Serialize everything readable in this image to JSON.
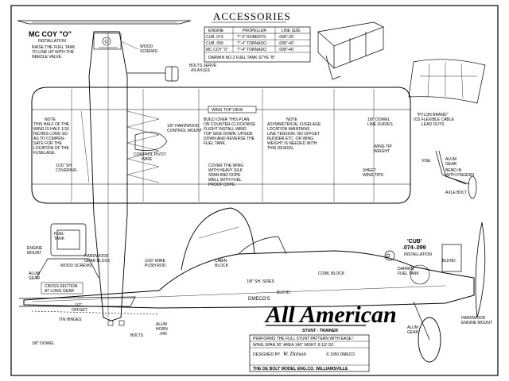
{
  "accessories": {
    "title": "ACCESSORIES",
    "headers": [
      "ENGINE",
      "PROPELLER",
      "LINE SIZE"
    ],
    "rows": [
      [
        "CUB .074",
        "7\"-3\" ROBERTS",
        ".008\"-35'"
      ],
      [
        "CUB .099",
        "7\"-4\" TORNADO",
        ".008\"-40'"
      ],
      [
        "MC COY \"0\"",
        "7\"-4\" TORNADO",
        ".008\"-40'"
      ]
    ],
    "footer": "DARWIN NO.2 FUEL TANK    STYE \"B\""
  },
  "mccoy": {
    "title": "MC COY \"O\"",
    "subtitle": "INSTALLATION",
    "note1": "RAISE THE FUEL TANK",
    "note2": "TO LINE UP WITH THE",
    "note3": "NEEDLE VALVE."
  },
  "labels": {
    "wood_screws": "WOOD",
    "wood_screws2": "SCREWS",
    "bolts_serve1": "BOLTS SERVE",
    "bolts_serve2": "AS AXLES",
    "half_note": [
      "NOTE",
      "THIS HALF OF THE",
      "WING IS HALF 1/16",
      "INCHES LONG SO",
      "AS TO COMPEN-",
      "SATE FOR THE",
      "LOCATION OF THE",
      "FUSELAGE."
    ],
    "sh_covering": [
      "1/16\" SH.",
      "COVERING"
    ],
    "hardwood_mount": [
      "1/8\" HARDWOOD",
      "CONTROL MOUNT"
    ],
    "control_wire": [
      "CONTROL PIVOT",
      "WIRE"
    ],
    "wing_top_view": "WING TOP VIEW",
    "build_notes": [
      "BUILD OVER THIS PLAN",
      "ON COUNTER-CLOCKWISE",
      "FLIGHT INSTALL WING",
      "TOP SIDE DOWN. UPSIDE",
      "DOWN AND REVERSE THE",
      "FUEL TANK."
    ],
    "cover_notes": [
      "COVER THE WING",
      "WITH HEAVY SILK",
      "SPAN AND DOPE",
      "WELL WITH FUEL",
      "PROOF DOPE."
    ],
    "asym_note": [
      "NOTE",
      "ASYMMETRICAL FUSELAGE",
      "LOCATION MAINTAINS",
      "LINE TENSION. NO OFFSET",
      "RUDDER ETC. OR WING",
      "WEIGHT IS NEEDED WITH",
      "THIS DESIGN."
    ],
    "dowel_guides": [
      "1/8\" DOWEL",
      "LINE GUIDES"
    ],
    "wing_tip_weight": [
      "WING TIP",
      "WEIGHT"
    ],
    "sheet_tips": [
      "SHEET",
      "WING TIPS"
    ],
    "pylon_brand": [
      "\"PYLON BRAND\"",
      "015 FLEXIBLE CABLE",
      "LEAD OUTS"
    ],
    "alum_gear": [
      "ALUM",
      "GEAR",
      "BEND IN",
      "VISE",
      "WITH FINGERS"
    ],
    "axle_bolt": "AXLE BOLT",
    "engine_mount": [
      "ENGINE",
      "MOUNT"
    ],
    "fuel_tank": [
      "FUEL",
      "TANK"
    ],
    "hardwood_block": [
      "HARDWOOD",
      "GEAR BLOCK"
    ],
    "wood_screws_side": [
      "WOOD SCREWS"
    ],
    "alum_gear_l": [
      "ALUM",
      "GEAR"
    ],
    "cross_section": [
      "CROSS SECTION",
      "AT LONG GEAR"
    ],
    "offset": [
      "1/2\"",
      "OFFSET"
    ],
    "tin_hinges": "TIN HINGES",
    "dowel_bottom": "1/8\" DOWEL",
    "bolts": "BOLTS",
    "pushrod": [
      "1/16\" WIRE",
      "PUSH ROD"
    ],
    "cabin_block": [
      "CABIN",
      "BLOCK"
    ],
    "sh_sides": "1/8\" SH. SIDES",
    "blkhd": "BLKHD.",
    "cowl_block": "COWL BLOCK",
    "alum_horn": [
      "ALUM",
      "HORN",
      ".040"
    ],
    "darwin_tank": [
      "DARWIN",
      "FUEL TANK"
    ],
    "cub_install": [
      "'CUB'",
      ".074-.099",
      "INSTALLATION"
    ],
    "hardwood_engine": [
      "HARDWOOD",
      "ENGINE MOUNT"
    ],
    "alum_gear_r": [
      "ALUM",
      "GEAR"
    ],
    "blkhd_r": "BLKHD."
  },
  "title_block": {
    "maker": "DMECO'S",
    "brand": "All American",
    "subtitle": "STUNT - TRAINER",
    "line1": "PERFORMS THE FULL STUNT PATTERN WITH EASE !",
    "line2": "WING SPAN 26\"    AREA 140\"    WGHT. 8 1/2 OZ.",
    "designed_by": "DESIGNED BY",
    "signature": "W. Dolson",
    "copyright": "© 1950 DMECO",
    "company": "THE DE BOLT MODEL ENG.CO. WILLIAMSVILLE"
  }
}
